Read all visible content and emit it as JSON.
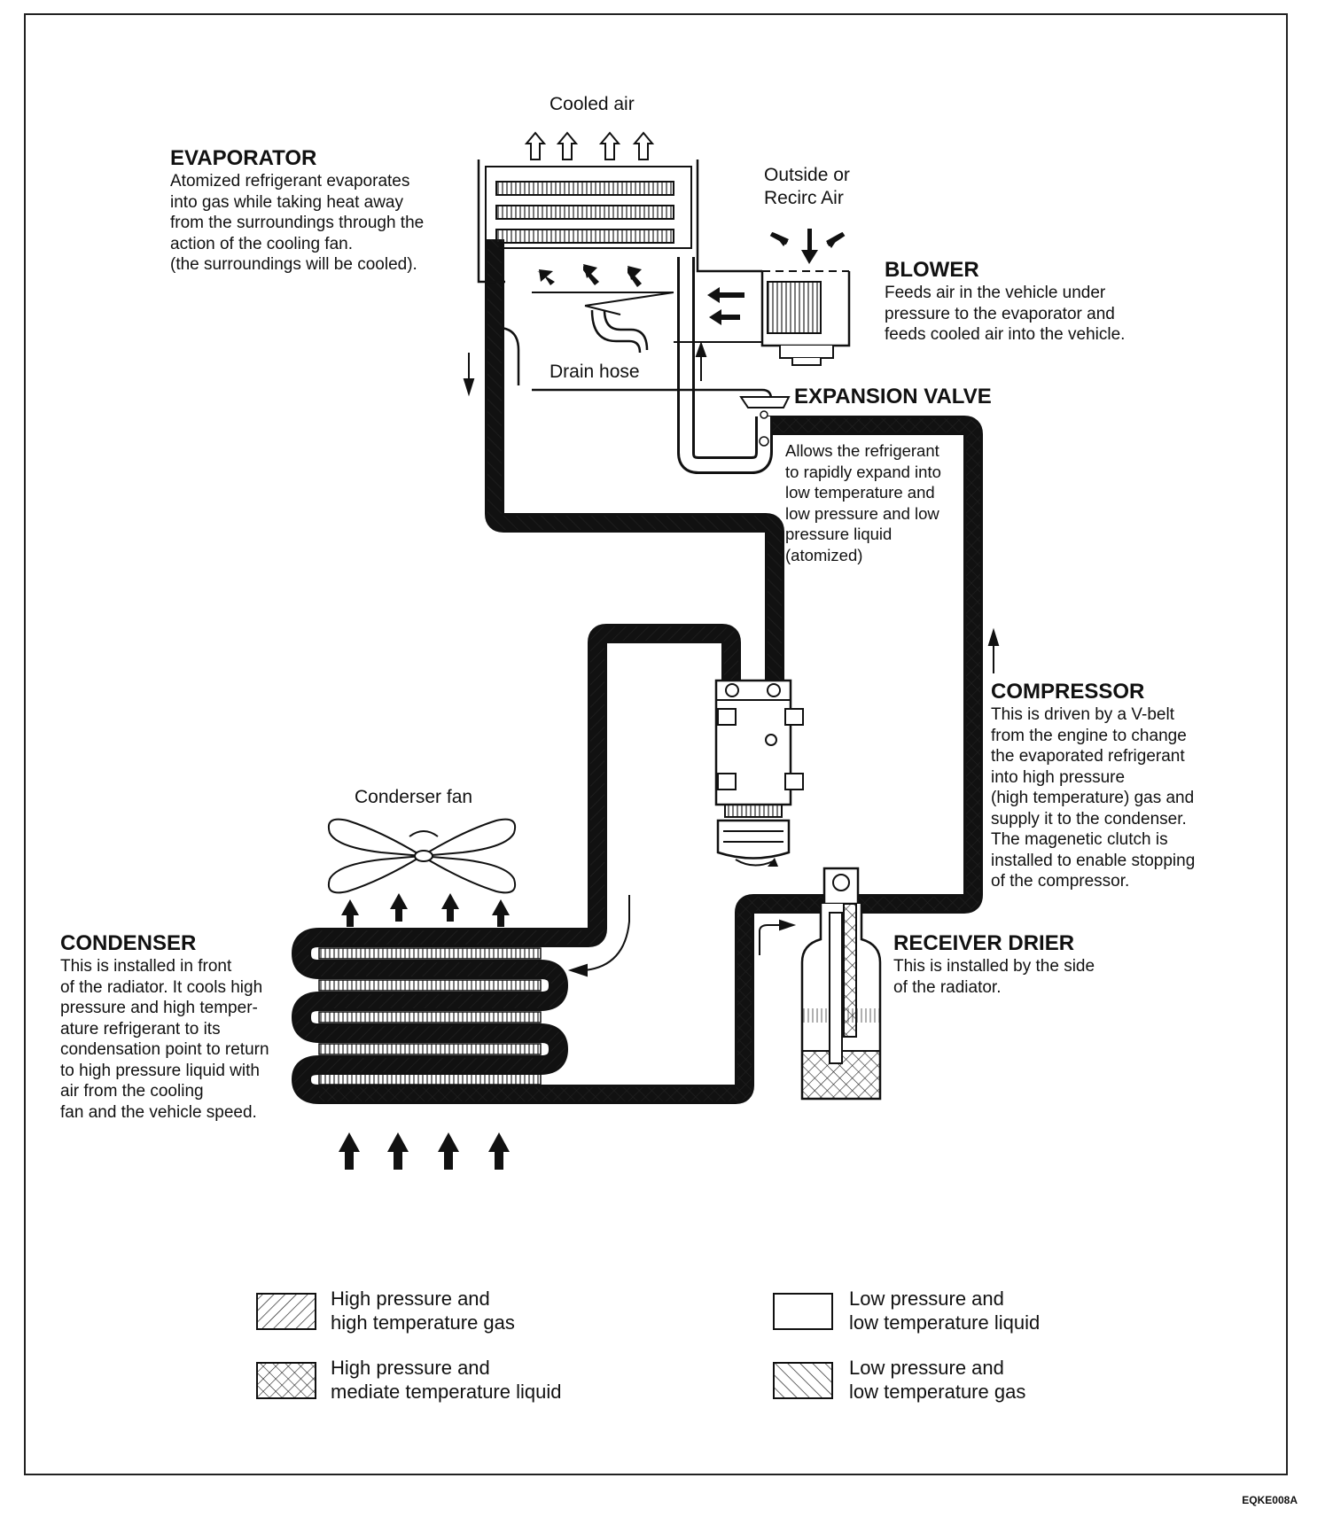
{
  "labels": {
    "cooled_air": "Cooled air",
    "outside_air": [
      "Outside or",
      "Recirc Air"
    ],
    "drain_hose": "Drain hose",
    "condenser_fan": "Conderser fan"
  },
  "components": {
    "evaporator": {
      "title": "EVAPORATOR",
      "lines": [
        "Atomized refrigerant evaporates",
        "into gas while taking heat away",
        "from the surroundings through the",
        "action of the cooling fan.",
        "(the surroundings will be cooled)."
      ]
    },
    "blower": {
      "title": "BLOWER",
      "lines": [
        "Feeds air in the vehicle under",
        "pressure to the evaporator and",
        "feeds cooled air into the vehicle."
      ]
    },
    "expansion_valve": {
      "title": "EXPANSION VALVE",
      "lines": [
        "Allows the refrigerant",
        "to rapidly expand into",
        "low temperature and",
        "low pressure and low",
        "pressure liquid",
        "(atomized)"
      ]
    },
    "compressor": {
      "title": "COMPRESSOR",
      "lines": [
        "This is driven by a V-belt",
        "from the engine to change",
        "the evaporated refrigerant",
        "into high pressure",
        "(high temperature) gas and",
        "supply it to the condenser.",
        "The magenetic clutch is",
        "installed to enable stopping",
        "of the compressor."
      ]
    },
    "condenser": {
      "title": "CONDENSER",
      "lines": [
        "This is installed in front",
        "of the radiator. It cools high",
        "pressure and high temper-",
        "ature refrigerant to its",
        "condensation point to return",
        "to high pressure liquid with",
        "air from the cooling",
        "fan and the vehicle speed."
      ]
    },
    "receiver_drier": {
      "title": "RECEIVER DRIER",
      "lines": [
        "This is installed by the side",
        "of the radiator."
      ]
    }
  },
  "legend": [
    {
      "pattern": "hatch-back",
      "lines": [
        "High pressure and",
        "high temperature gas"
      ]
    },
    {
      "pattern": "cross-hatch",
      "lines": [
        "High pressure and",
        "mediate temperature liquid"
      ]
    },
    {
      "pattern": "none",
      "lines": [
        "Low pressure and",
        "low temperature liquid"
      ]
    },
    {
      "pattern": "hatch-forward",
      "lines": [
        "Low pressure and",
        "low temperature gas"
      ]
    }
  ],
  "figure_code": "EQKE008A"
}
